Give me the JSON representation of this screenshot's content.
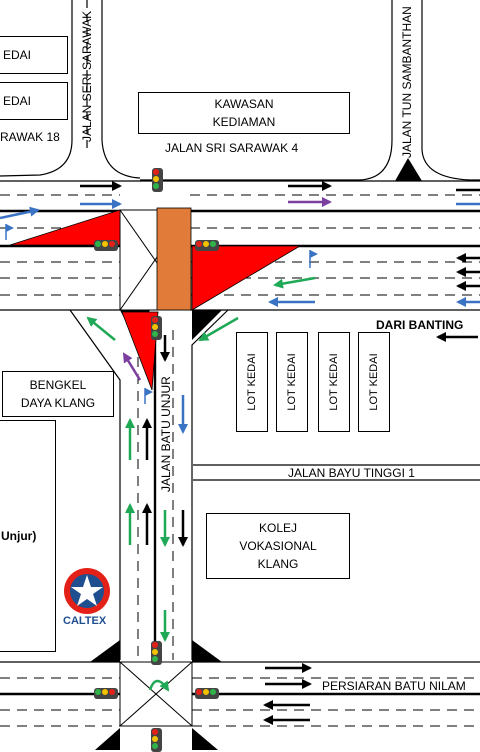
{
  "labels": {
    "kedai_top_1": "EDAI",
    "kedai_top_2": "EDAI",
    "sarawak_18": "RAWAK 18",
    "jalan_seri_sarawak": "JALAN SERI SARAWAK",
    "kawasan_kediaman": "KAWASAN\nKEDIAMAN",
    "jalan_tun_sambanthan": "JALAN TUN SAMBANTHAN",
    "jalan_sri_sarawak_4": "JALAN SRI SARAWAK 4",
    "dari_banting": "DARI BANTING",
    "bengkel": "BENGKEL\nDAYA KLANG",
    "lot_kedai": [
      "LOT KEDAI",
      "LOT KEDAI",
      "LOT KEDAI",
      "LOT KEDAI"
    ],
    "jalan_batu_unjur": "JALAN BATU UNJUR",
    "jalan_bayu_tinggi_1": "JALAN BAYU TINGGI 1",
    "unjur": "Unjur)",
    "kolej": "KOLEJ\nVOKASIONAL\nKLANG",
    "caltex": "CALTEX",
    "persiaran_batu_nilam": "PERSIARAN BATU NILAM"
  },
  "colors": {
    "road_line": "#000000",
    "red_zone": "#ff0000",
    "orange_zone": "#e07b39",
    "arrow_black": "#000000",
    "arrow_blue": "#3b73c4",
    "arrow_green": "#1fa855",
    "arrow_purple": "#7b3fa0",
    "caltex_red": "#e32119",
    "caltex_blue": "#1f4f8f"
  },
  "icons": {
    "traffic_light": "traffic-light-icon",
    "flag": "flag-icon",
    "caltex_logo": "caltex-logo-icon"
  }
}
